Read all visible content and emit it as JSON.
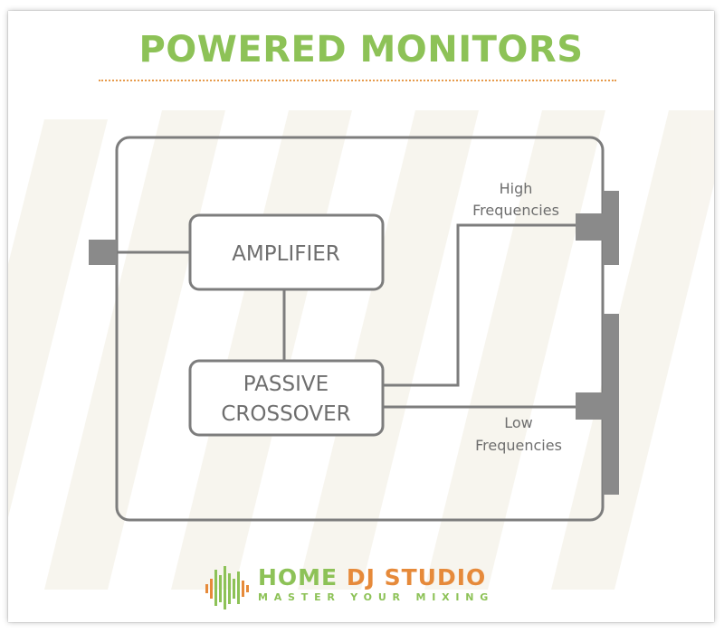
{
  "title": "POWERED MONITORS",
  "diagram": {
    "amplifier": "AMPLIFIER",
    "crossover_line1": "PASSIVE",
    "crossover_line2": "CROSSOVER",
    "high_line1": "High",
    "high_line2": "Frequencies",
    "low_line1": "Low",
    "low_line2": "Frequencies"
  },
  "logo": {
    "home": "HOME",
    "dj_studio": "DJ STUDIO",
    "tagline": "MASTER YOUR MIXING",
    "icon": "sound-wave-icon"
  },
  "colors": {
    "title_green": "#8dc257",
    "accent_orange": "#e68a3a",
    "line_gray": "#7d7d7d",
    "block_gray": "#8a8a8a",
    "text_gray": "#6e6e6e"
  }
}
